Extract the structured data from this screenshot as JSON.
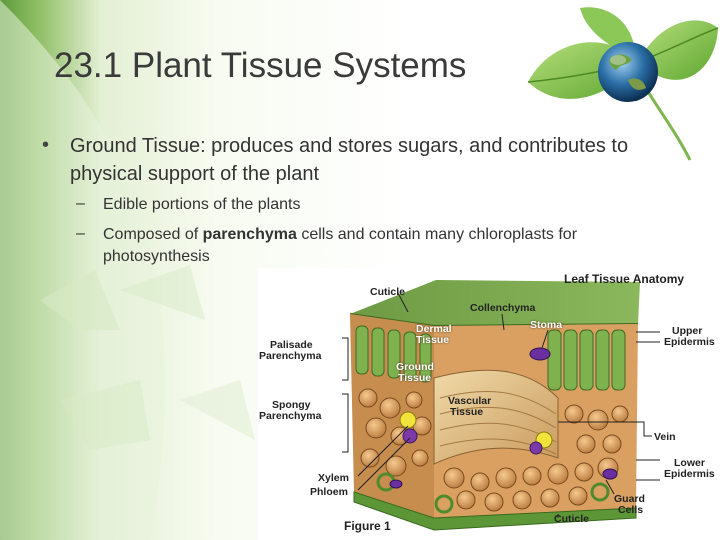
{
  "slide": {
    "title": "23.1 Plant Tissue Systems",
    "bullet": "Ground Tissue: produces and stores sugars, and contributes to physical support of the plant",
    "sub_items": [
      {
        "text": "Edible portions of the plants"
      },
      {
        "before": "Composed of ",
        "bold": "parenchyma",
        "after": " cells and contain many chloroplasts for photosynthesis"
      }
    ]
  },
  "figure": {
    "title": "Leaf Tissue Anatomy",
    "caption": "Figure 1",
    "labels": {
      "cuticle_top": "Cuticle",
      "collenchyma": "Collenchyma",
      "dermal_1": "Dermal",
      "dermal_2": "Tissue",
      "stoma": "Stoma",
      "upper_epidermis_1": "Upper",
      "upper_epidermis_2": "Epidermis",
      "palisade_1": "Palisade",
      "palisade_2": "Parenchyma",
      "ground_1": "Ground",
      "ground_2": "Tissue",
      "spongy_1": "Spongy",
      "spongy_2": "Parenchyma",
      "vascular_1": "Vascular",
      "vascular_2": "Tissue",
      "vein": "Vein",
      "lower_epidermis_1": "Lower",
      "lower_epidermis_2": "Epidermis",
      "xylem": "Xylem",
      "phloem": "Phloem",
      "guard_1": "Guard",
      "guard_2": "Cells",
      "cuticle_bottom": "Cuticle"
    }
  },
  "colors": {
    "accent_green": "#6aa84f",
    "title_text": "#3a3a3a"
  }
}
